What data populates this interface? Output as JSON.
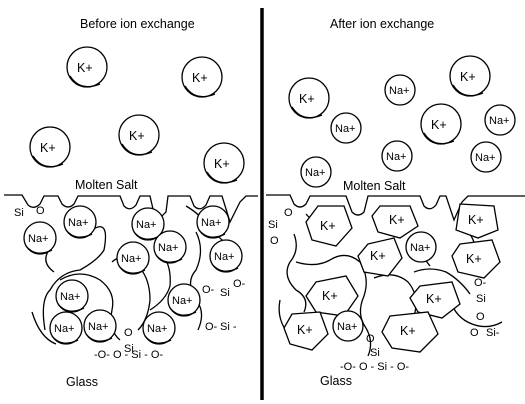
{
  "titles": {
    "before": "Before ion exchange",
    "after": "After ion exchange"
  },
  "labels": {
    "molten_salt": "Molten Salt",
    "glass": "Glass"
  },
  "ions": {
    "k": "K+",
    "na": "Na+"
  },
  "matrix_text": {
    "si": "Si",
    "o": "O",
    "o_minus": "O-",
    "si_minus": "Si -",
    "si_dash": "Si-",
    "o_si_o_left": "-O- O - Si - O-",
    "o_si_o_right": "-O- O - Si - O-"
  }
}
